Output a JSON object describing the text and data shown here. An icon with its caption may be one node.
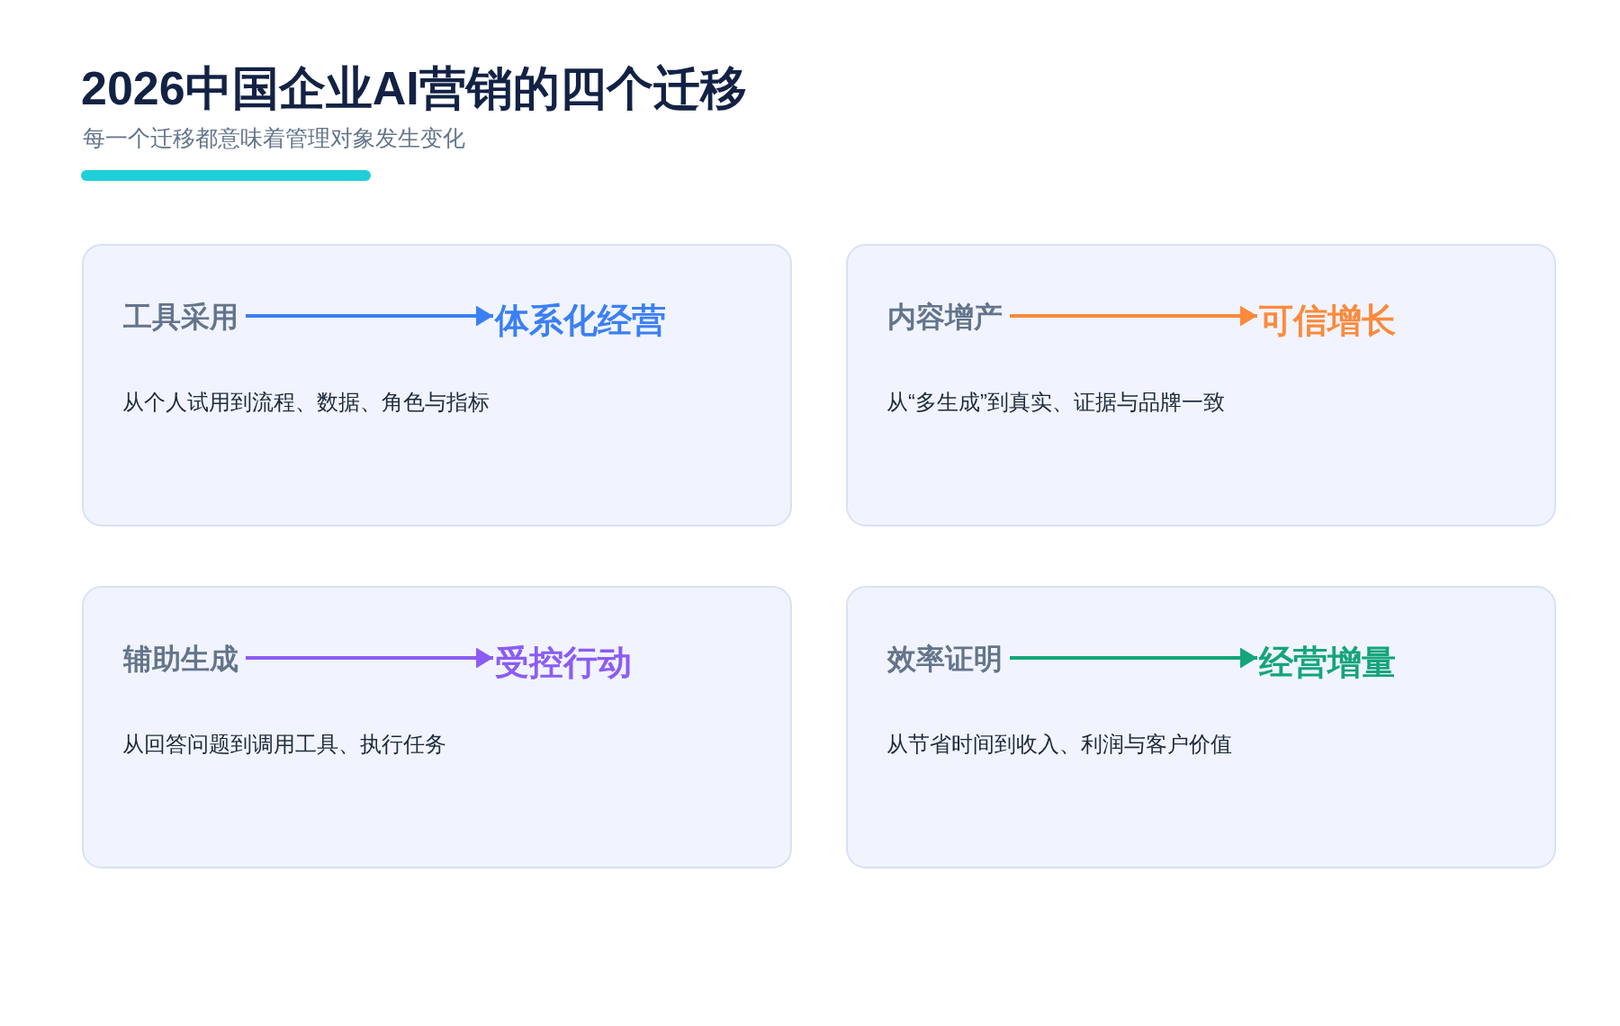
{
  "diagram": {
    "title": "2026中国企业AI营销的四个迁移",
    "nodes": [
      {
        "text": [
          "从个人试用到流程、数据、角色与指标"
        ]
      },
      {
        "text": [
          "工具采用"
        ],
        "in": 0
      },
      {
        "text": [
          "体系化经营"
        ],
        "in": 0
      },
      {
        "text": [
          "从“多生成”到真实、证据与品牌一致"
        ]
      },
      {
        "text": [
          "内容增产"
        ],
        "in": 3
      },
      {
        "text": [
          "可信增长"
        ],
        "in": 3
      },
      {
        "text": [
          "从回答问题到调用工具、执行任务"
        ]
      },
      {
        "text": [
          "辅助生成"
        ],
        "in": 6
      },
      {
        "text": [
          "受控行动"
        ],
        "in": 6
      },
      {
        "text": [
          "从节省时间到收入、利润与客户价值"
        ]
      },
      {
        "text": [
          "效率证明"
        ],
        "in": 9
      },
      {
        "text": [
          "经营增量"
        ],
        "in": 9
      }
    ],
    "edges": [
      {
        "from": 1,
        "to": 2,
        "arrow": "to",
        "color": "#3b7ff5"
      },
      {
        "from": 4,
        "to": 5,
        "arrow": "to",
        "color": "#fb8a3d"
      },
      {
        "from": 7,
        "to": 8,
        "arrow": "to",
        "color": "#8b5cf6"
      },
      {
        "from": 10,
        "to": 11,
        "arrow": "to",
        "color": "#13a57b"
      }
    ],
    "labels": [
      "每一个迁移都意味着管理对象发生变化"
    ]
  }
}
